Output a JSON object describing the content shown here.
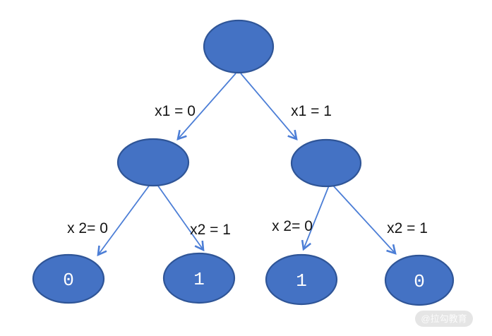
{
  "tree": {
    "type": "binary-decision-tree",
    "root": {
      "label": ""
    },
    "internal_nodes": [
      {
        "label": ""
      },
      {
        "label": ""
      }
    ],
    "edges_level1": [
      {
        "label": "x1 = 0"
      },
      {
        "label": "x1 = 1"
      }
    ],
    "edges_level2": [
      {
        "label": "x 2= 0"
      },
      {
        "label": "x2 = 1"
      },
      {
        "label": "x 2= 0"
      },
      {
        "label": "x2 = 1"
      }
    ],
    "leaves": [
      {
        "value": "0"
      },
      {
        "value": "1"
      },
      {
        "value": "1"
      },
      {
        "value": "0"
      }
    ]
  },
  "watermark": {
    "label": "@拉勾教育"
  },
  "colors": {
    "node-fill": "#4472C4",
    "node-border": "#2F5597",
    "edge-color": "#4C7ED6",
    "label-color": "#141414",
    "leaf-text": "#FFFFFF",
    "watermark-bg": "#E5E5E5",
    "watermark-text": "#FBFBFB"
  }
}
